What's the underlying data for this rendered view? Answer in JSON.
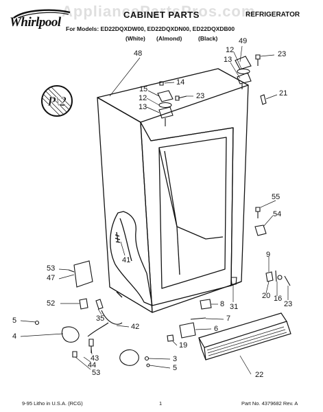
{
  "watermark": "AppliancePartsPros.com",
  "header": {
    "brand": "Whirlpool",
    "title": "CABINET PARTS",
    "category": "REFRIGERATOR",
    "models_line": "For Models: ED22DQXDW00, ED22DQXDN00, ED22DQXDB00",
    "colors": [
      "(White)",
      "(Almond)",
      "(Black)"
    ]
  },
  "badge": {
    "text": "P\\2"
  },
  "parts_callouts": {
    "p49": "49",
    "p12a": "12",
    "p13a": "13",
    "p23a": "23",
    "p48": "48",
    "p14": "14",
    "p15": "15",
    "p12b": "12",
    "p13b": "13",
    "p23b": "23",
    "p21": "21",
    "p55": "55",
    "p54": "54",
    "p41": "41",
    "p9": "9",
    "p53a": "53",
    "p47": "47",
    "p20": "20",
    "p16": "16",
    "p23c": "23",
    "p52": "52",
    "p31": "31",
    "p8": "8",
    "p35": "35",
    "p42": "42",
    "p7": "7",
    "p5a": "5",
    "p4": "4",
    "p6": "6",
    "p19": "19",
    "p43": "43",
    "p44": "44",
    "p53b": "53",
    "p3": "3",
    "p5b": "5",
    "p22": "22"
  },
  "footer": {
    "left": "9-95  Litho in U.S.A. (RCG)",
    "center": "1",
    "right": "Part No. 4379682 Rev. A"
  }
}
